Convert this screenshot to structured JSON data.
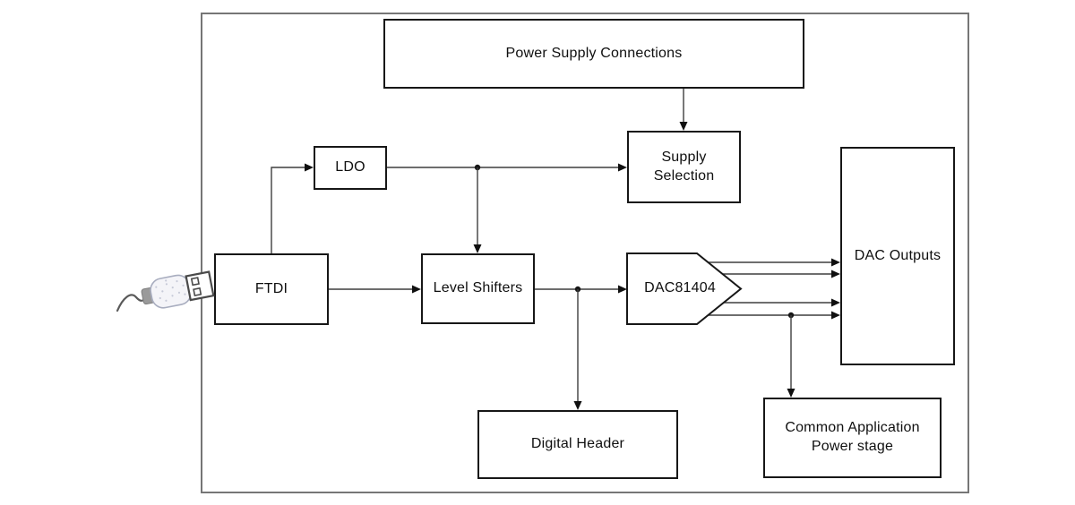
{
  "diagram": {
    "blocks": {
      "power_supply_connections": "Power Supply Connections",
      "ldo": "LDO",
      "supply_selection": "Supply\nSelection",
      "ftdi": "FTDI",
      "level_shifters": "Level Shifters",
      "dac81404": "DAC81404",
      "dac_outputs": "DAC Outputs",
      "digital_header": "Digital Header",
      "common_application_power_stage": "Common Application\nPower stage"
    },
    "icons": {
      "usb_connector": "usb-connector-icon"
    },
    "colors": {
      "background": "#ffffff",
      "block_border": "#171717",
      "frame_border": "#767676",
      "wire": "#3f3f3f",
      "arrowhead": "#101010",
      "text": "#0f0f0f",
      "usb_body_fill": "#f4f4f8",
      "usb_body_outline": "#a8adbf",
      "usb_metal_outline": "#4a4a4a",
      "usb_ferrule": "#9a9a9a",
      "usb_cable": "#5a5a5a"
    }
  }
}
